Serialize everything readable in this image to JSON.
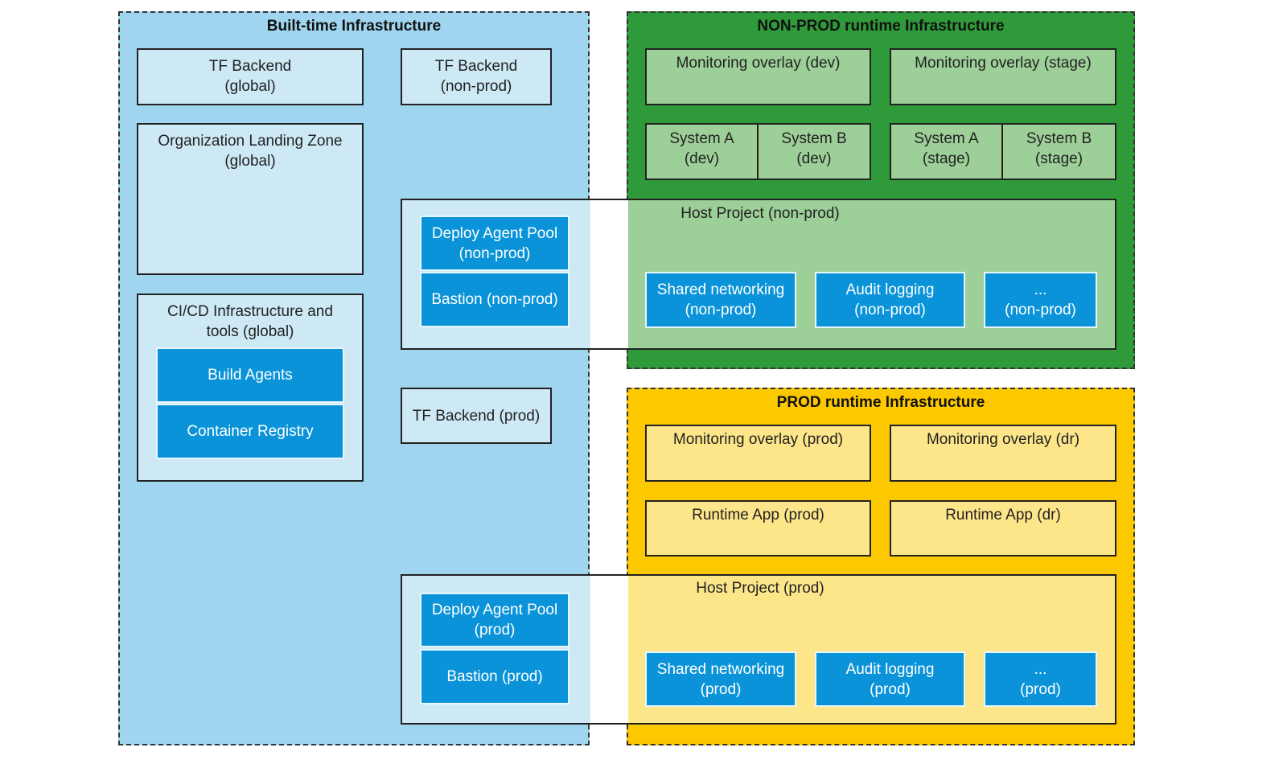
{
  "colors": {
    "build_region": "#9fd5ef",
    "nonprod_region": "#2f9a3a",
    "prod_region": "#fcc800",
    "service_box": "#0a93d8"
  },
  "build": {
    "title": "Built-time Infrastructure",
    "tf_global": "TF Backend\n(global)",
    "tf_nonprod": "TF Backend\n(non-prod)",
    "tf_prod": "TF Backend (prod)",
    "org_lz": "Organization Landing Zone\n(global)",
    "cicd": "CI/CD Infrastructure and\ntools (global)",
    "build_agents": "Build Agents",
    "container_registry": "Container Registry",
    "deploy_nonprod": "Deploy Agent Pool\n(non-prod)",
    "bastion_nonprod": "Bastion (non-prod)",
    "deploy_prod": "Deploy Agent Pool\n(prod)",
    "bastion_prod": "Bastion (prod)"
  },
  "nonprod": {
    "title": "NON-PROD runtime Infrastructure",
    "mon_dev": "Monitoring overlay (dev)",
    "mon_stage": "Monitoring overlay (stage)",
    "sys_a_dev": "System A\n(dev)",
    "sys_b_dev": "System B\n(dev)",
    "sys_a_stage": "System A\n(stage)",
    "sys_b_stage": "System B\n(stage)",
    "host": "Host Project (non-prod)",
    "shared": "Shared networking\n(non-prod)",
    "audit": "Audit logging\n(non-prod)",
    "etc": "...\n(non-prod)"
  },
  "prod": {
    "title": "PROD runtime Infrastructure",
    "mon_prod": "Monitoring overlay (prod)",
    "mon_dr": "Monitoring overlay (dr)",
    "app_prod": "Runtime App (prod)",
    "app_dr": "Runtime App (dr)",
    "host": "Host Project (prod)",
    "shared": "Shared networking\n(prod)",
    "audit": "Audit logging\n(prod)",
    "etc": "...\n(prod)"
  }
}
